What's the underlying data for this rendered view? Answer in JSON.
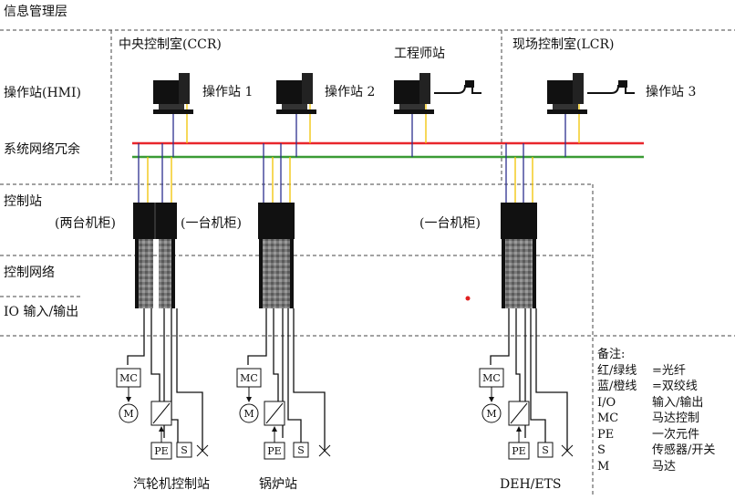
{
  "layers": {
    "info": "信息管理层",
    "hmi": "操作站(HMI)",
    "redundant_net": "系统网络冗余",
    "control_station": "控制站",
    "control_net": "控制网络",
    "io": "IO 输入/输出"
  },
  "rooms": {
    "ccr": "中央控制室(CCR)",
    "lcr": "现场控制室(LCR)"
  },
  "stations": {
    "op1": "操作站 1",
    "op2": "操作站 2",
    "eng": "工程师站",
    "op3": "操作站 3"
  },
  "cabinets": {
    "turbine": "(两台机柜)",
    "boiler": "(一台机柜)",
    "deh": "(一台机柜)"
  },
  "bottom": {
    "turbine": "汽轮机控制站",
    "boiler": "锅炉站",
    "deh": "DEH/ETS"
  },
  "field": {
    "mc": "MC",
    "m": "M",
    "pe": "PE",
    "s": "S"
  },
  "legend": {
    "title": "备注:",
    "rows": [
      {
        "k": "红/绿线",
        "v": "=光纤"
      },
      {
        "k": "蓝/橙线",
        "v": "=双绞线"
      },
      {
        "k": "I/O",
        "v": "输入/输出"
      },
      {
        "k": "MC",
        "v": "马达控制"
      },
      {
        "k": "PE",
        "v": "一次元件"
      },
      {
        "k": "S",
        "v": "传感器/开关"
      },
      {
        "k": "M",
        "v": "马达"
      }
    ]
  },
  "colors": {
    "fiber_red": "#e8262c",
    "fiber_green": "#3a9b35",
    "twisted_blue": "#2d2f8f",
    "twisted_orange": "#f2c400",
    "marker_red": "#e02020"
  }
}
